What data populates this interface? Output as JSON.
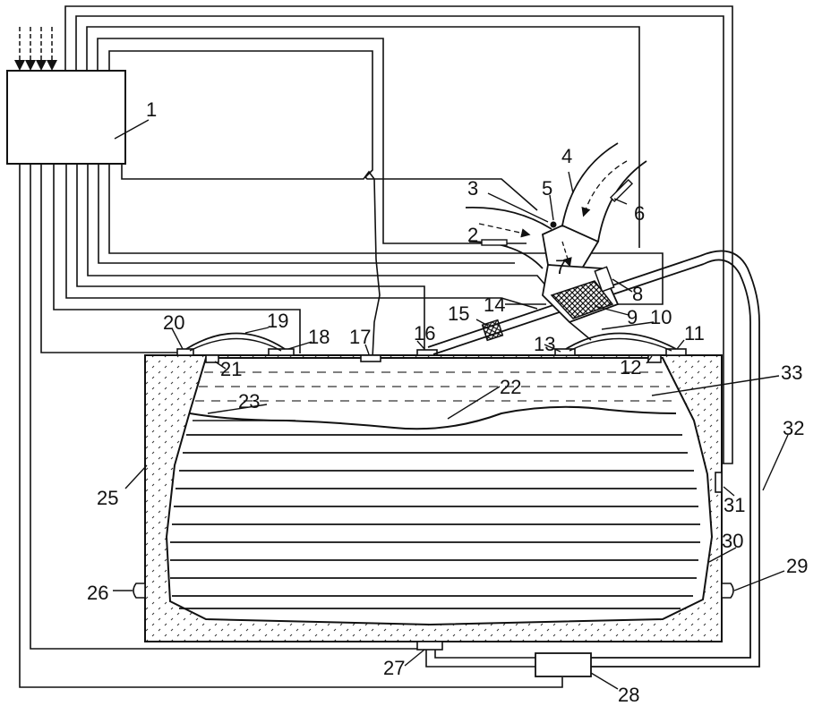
{
  "labels": {
    "l1": "1",
    "l2": "2",
    "l3": "3",
    "l4": "4",
    "l5": "5",
    "l6": "6",
    "l7": "7",
    "l8": "8",
    "l9": "9",
    "l10": "10",
    "l11": "11",
    "l12": "12",
    "l13": "13",
    "l14": "14",
    "l15": "15",
    "l16": "16",
    "l17": "17",
    "l18": "18",
    "l19": "19",
    "l20": "20",
    "l21": "21",
    "l22": "22",
    "l23": "23",
    "l25": "25",
    "l26": "26",
    "l27": "27",
    "l28": "28",
    "l29": "29",
    "l30": "30",
    "l31": "31",
    "l32": "32",
    "l33": "33"
  }
}
